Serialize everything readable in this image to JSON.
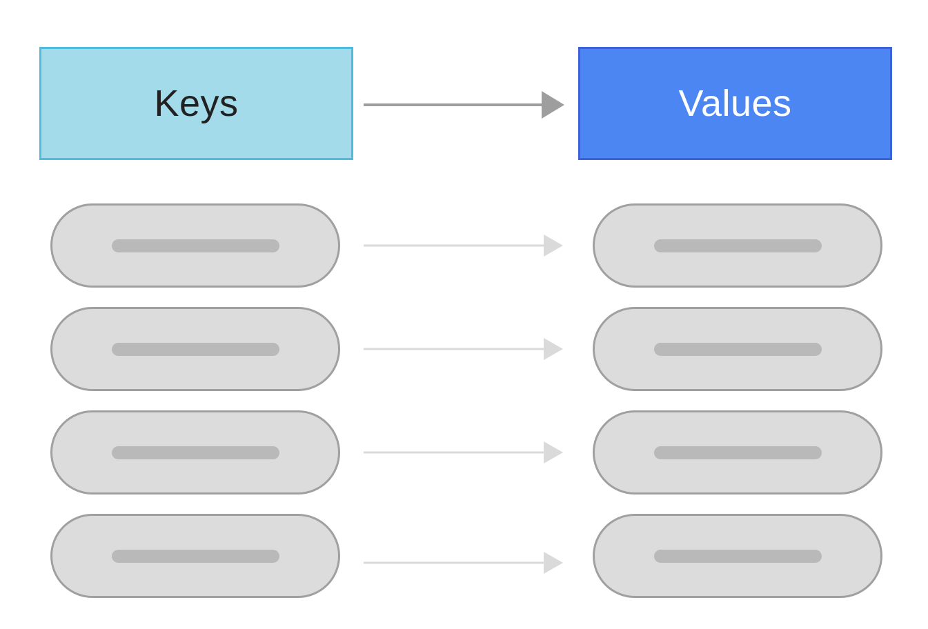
{
  "diagram": {
    "type": "key-value-mapping",
    "header": {
      "keys_box": {
        "label": "Keys",
        "fill": "#A4DBEB",
        "border": "#4FBBDD",
        "text_color": "#212121"
      },
      "values_box": {
        "label": "Values",
        "fill": "#4C86F2",
        "border": "#3C62D9",
        "text_color": "#FFFFFF"
      },
      "arrow": {
        "direction": "right",
        "color": "#9E9E9E"
      }
    },
    "mapping_rows": {
      "count": 4,
      "key_pill": {
        "fill": "#DCDCDC",
        "border": "#A0A0A0",
        "placeholder_bar_color": "#B9B9B9"
      },
      "value_pill": {
        "fill": "#DCDCDC",
        "border": "#A0A0A0",
        "placeholder_bar_color": "#B9B9B9"
      },
      "arrow": {
        "direction": "right",
        "color": "#DADADA"
      }
    },
    "background_color": "#FFFFFF"
  }
}
